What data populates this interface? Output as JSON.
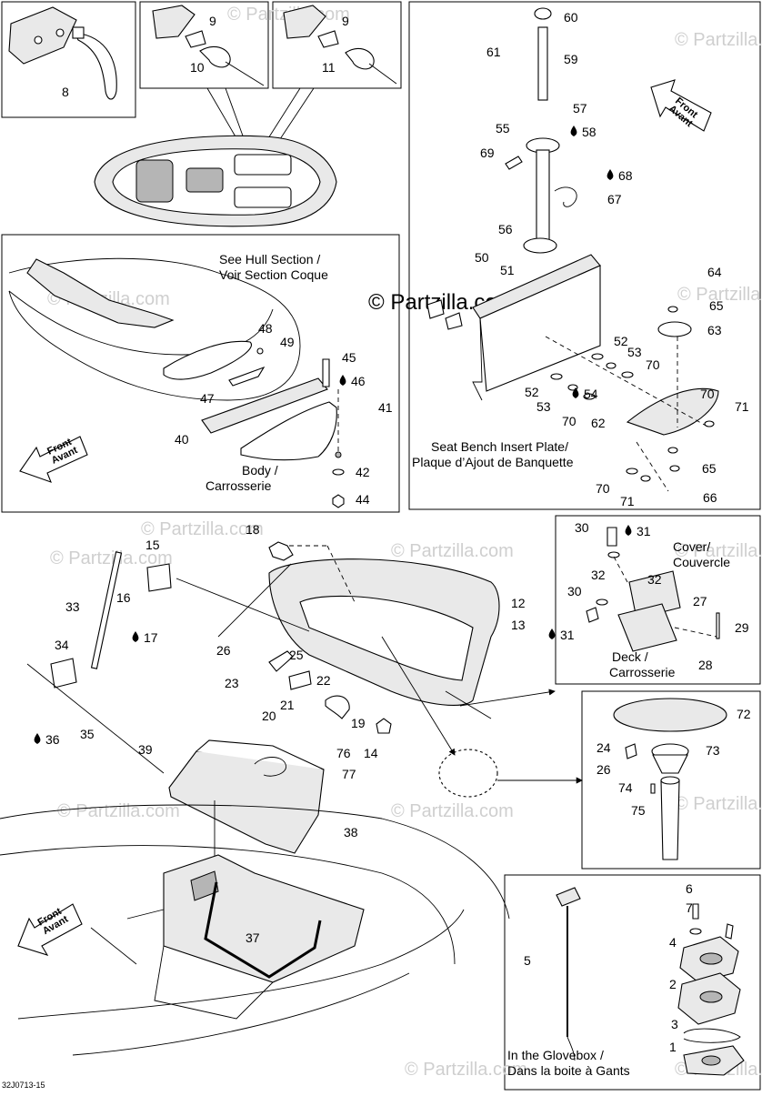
{
  "watermarks": {
    "main": "© Partzilla.com",
    "repeated": "© Partzilla.com"
  },
  "captions": {
    "hull_section_1": "See Hull Section /",
    "hull_section_2": "Voir Section Coque",
    "body_1": "Body /",
    "body_2": "Carrosserie",
    "seat_plate_1": "Seat Bench Insert Plate/",
    "seat_plate_2": "Plaque d’Ajout de Banquette",
    "cover_1": "Cover/",
    "cover_2": "Couvercle",
    "deck_1": "Deck /",
    "deck_2": "Carrosserie",
    "glovebox_1": "In the Glovebox /",
    "glovebox_2": "Dans la boite à Gants",
    "front_1": "Front",
    "front_2": "Avant"
  },
  "footer": {
    "code": "32J0713-15"
  },
  "parts": [
    {
      "id": "p8",
      "label": "8"
    },
    {
      "id": "p9a",
      "label": "9"
    },
    {
      "id": "p10",
      "label": "10"
    },
    {
      "id": "p9b",
      "label": "9"
    },
    {
      "id": "p11",
      "label": "11"
    },
    {
      "id": "p60",
      "label": "60"
    },
    {
      "id": "p61",
      "label": "61"
    },
    {
      "id": "p59",
      "label": "59"
    },
    {
      "id": "p57",
      "label": "57"
    },
    {
      "id": "p58",
      "label": "58"
    },
    {
      "id": "p55",
      "label": "55"
    },
    {
      "id": "p69",
      "label": "69"
    },
    {
      "id": "p68",
      "label": "68"
    },
    {
      "id": "p67",
      "label": "67"
    },
    {
      "id": "p56",
      "label": "56"
    },
    {
      "id": "p50",
      "label": "50"
    },
    {
      "id": "p51",
      "label": "51"
    },
    {
      "id": "p64",
      "label": "64"
    },
    {
      "id": "p65a",
      "label": "65"
    },
    {
      "id": "p63",
      "label": "63"
    },
    {
      "id": "p52a",
      "label": "52"
    },
    {
      "id": "p53a",
      "label": "53"
    },
    {
      "id": "p70a",
      "label": "70"
    },
    {
      "id": "p52b",
      "label": "52"
    },
    {
      "id": "p53b",
      "label": "53"
    },
    {
      "id": "p54",
      "label": "54"
    },
    {
      "id": "p70b",
      "label": "70"
    },
    {
      "id": "p70c",
      "label": "70"
    },
    {
      "id": "p71a",
      "label": "71"
    },
    {
      "id": "p62",
      "label": "62"
    },
    {
      "id": "p65b",
      "label": "65"
    },
    {
      "id": "p70d",
      "label": "70"
    },
    {
      "id": "p71b",
      "label": "71"
    },
    {
      "id": "p66",
      "label": "66"
    },
    {
      "id": "p48",
      "label": "48"
    },
    {
      "id": "p49",
      "label": "49"
    },
    {
      "id": "p45",
      "label": "45"
    },
    {
      "id": "p46",
      "label": "46"
    },
    {
      "id": "p47",
      "label": "47"
    },
    {
      "id": "p41",
      "label": "41"
    },
    {
      "id": "p40",
      "label": "40"
    },
    {
      "id": "p42",
      "label": "42"
    },
    {
      "id": "p44",
      "label": "44"
    },
    {
      "id": "p18",
      "label": "18"
    },
    {
      "id": "p15",
      "label": "15"
    },
    {
      "id": "p16",
      "label": "16"
    },
    {
      "id": "p17",
      "label": "17"
    },
    {
      "id": "p33",
      "label": "33"
    },
    {
      "id": "p34",
      "label": "34"
    },
    {
      "id": "p35",
      "label": "35"
    },
    {
      "id": "p36",
      "label": "36"
    },
    {
      "id": "p26a",
      "label": "26"
    },
    {
      "id": "p25",
      "label": "25"
    },
    {
      "id": "p23",
      "label": "23"
    },
    {
      "id": "p22",
      "label": "22"
    },
    {
      "id": "p21",
      "label": "21"
    },
    {
      "id": "p20",
      "label": "20"
    },
    {
      "id": "p19",
      "label": "19"
    },
    {
      "id": "p14",
      "label": "14"
    },
    {
      "id": "p12",
      "label": "12"
    },
    {
      "id": "p13",
      "label": "13"
    },
    {
      "id": "p39",
      "label": "39"
    },
    {
      "id": "p76",
      "label": "76"
    },
    {
      "id": "p77",
      "label": "77"
    },
    {
      "id": "p38",
      "label": "38"
    },
    {
      "id": "p37",
      "label": "37"
    },
    {
      "id": "p30a",
      "label": "30"
    },
    {
      "id": "p31a",
      "label": "31"
    },
    {
      "id": "p32a",
      "label": "32"
    },
    {
      "id": "p32b",
      "label": "32"
    },
    {
      "id": "p30b",
      "label": "30"
    },
    {
      "id": "p27",
      "label": "27"
    },
    {
      "id": "p31b",
      "label": "31"
    },
    {
      "id": "p29",
      "label": "29"
    },
    {
      "id": "p28",
      "label": "28"
    },
    {
      "id": "p72",
      "label": "72"
    },
    {
      "id": "p24",
      "label": "24"
    },
    {
      "id": "p73",
      "label": "73"
    },
    {
      "id": "p26b",
      "label": "26"
    },
    {
      "id": "p74",
      "label": "74"
    },
    {
      "id": "p75",
      "label": "75"
    },
    {
      "id": "p6",
      "label": "6"
    },
    {
      "id": "p7",
      "label": "7"
    },
    {
      "id": "p4",
      "label": "4"
    },
    {
      "id": "p5",
      "label": "5"
    },
    {
      "id": "p2",
      "label": "2"
    },
    {
      "id": "p3",
      "label": "3"
    },
    {
      "id": "p1",
      "label": "1"
    }
  ]
}
